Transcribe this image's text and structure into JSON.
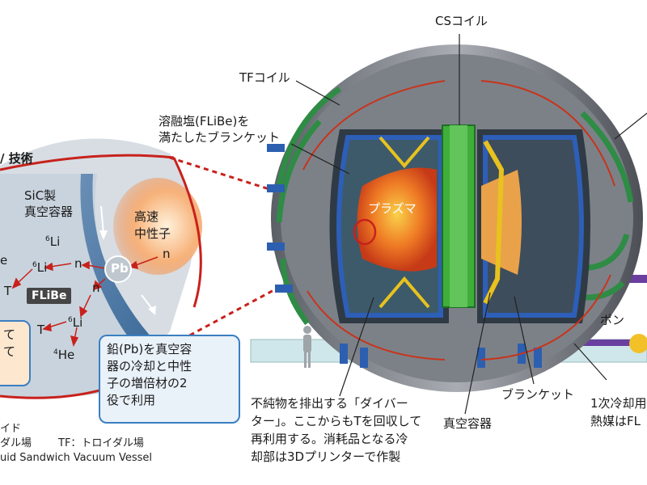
{
  "left_panel": {
    "header": "/ 技術",
    "wall_label": "SiC製\n真空容器",
    "neutron_label": "高速\n中性子",
    "particles": {
      "li6_top": "Li",
      "li6_mid": "Li",
      "li6_bot": "Li",
      "he4": "He",
      "e": "e",
      "t_mid": "T",
      "t_bot": "T",
      "n_mid": "n",
      "n_pb": "n",
      "n_fast": "n",
      "pb": "Pb",
      "sup6": "6",
      "sup4": "4"
    },
    "flibe_badge": "FLiBe",
    "left_callout_text": "て\nて",
    "pb_callout": "鉛(Pb)を真空容\n器の冷却と中性\n子の増倍材の2\n役で利用",
    "legend_line1": "イド",
    "legend_line2": "ダル場",
    "legend_line2b": "TF：トロイダル場",
    "legend_line3": "uid Sandwich Vacuum Vessel"
  },
  "reactor": {
    "cs_coil": "CSコイル",
    "tf_coil": "TFコイル",
    "blanket_top": "溶融塩(FLiBe)を\n満たしたブランケット",
    "plasma": "プラズマ",
    "divertor": "不純物を排出する「ダイバー\nター」。ここからもTを回収して\n再利用する。消耗品となる冷\n却部は3Dプリンターで作製",
    "vacuum_vessel": "真空容器",
    "blanket_bottom": "ブランケット",
    "pump": "ポン",
    "primary_coolant": "1次冷却用\n熱媒はFL"
  },
  "colors": {
    "callout_border": "#3b7fc1",
    "callout_fill": "#e9f1f9",
    "peach": "#fde7cf",
    "red_dashed": "#c8211c",
    "blanket_blue": "#2d5fb8",
    "cs_green": "#3fae3a",
    "plasma_orange": "#e25a1c"
  }
}
